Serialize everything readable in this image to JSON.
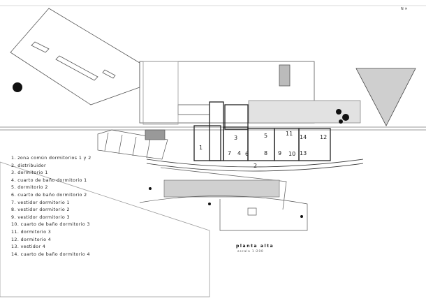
{
  "legend": [
    "1. zona común dormitorios 1 y 2",
    "2. distribuidor",
    "3. dormitorio 1",
    "4. cuarto de baño dormitorio 1",
    "5. dormitorio 2",
    "6. cuarto de baño dormitorio 2",
    "7. vestidor dormitorio 1",
    "8. vestidor dormitorio 2",
    "9. vestidor dormitorio 3",
    "10. cuarto de baño dormitorio 3",
    "11. dormitorio 3",
    "12. dormitorio 4",
    "13. vestidor 4",
    "14. cuarto de baño dormitorio 4"
  ],
  "title": "planta alta",
  "scale": "escala 1:200",
  "north": "N",
  "rooms": [
    "1",
    "2",
    "3",
    "4",
    "5",
    "6",
    "7",
    "8",
    "9",
    "10",
    "11",
    "12",
    "13",
    "14"
  ],
  "colors": {
    "line": "#333333",
    "hatch": "#d8d8d8",
    "dark": "#999999"
  }
}
